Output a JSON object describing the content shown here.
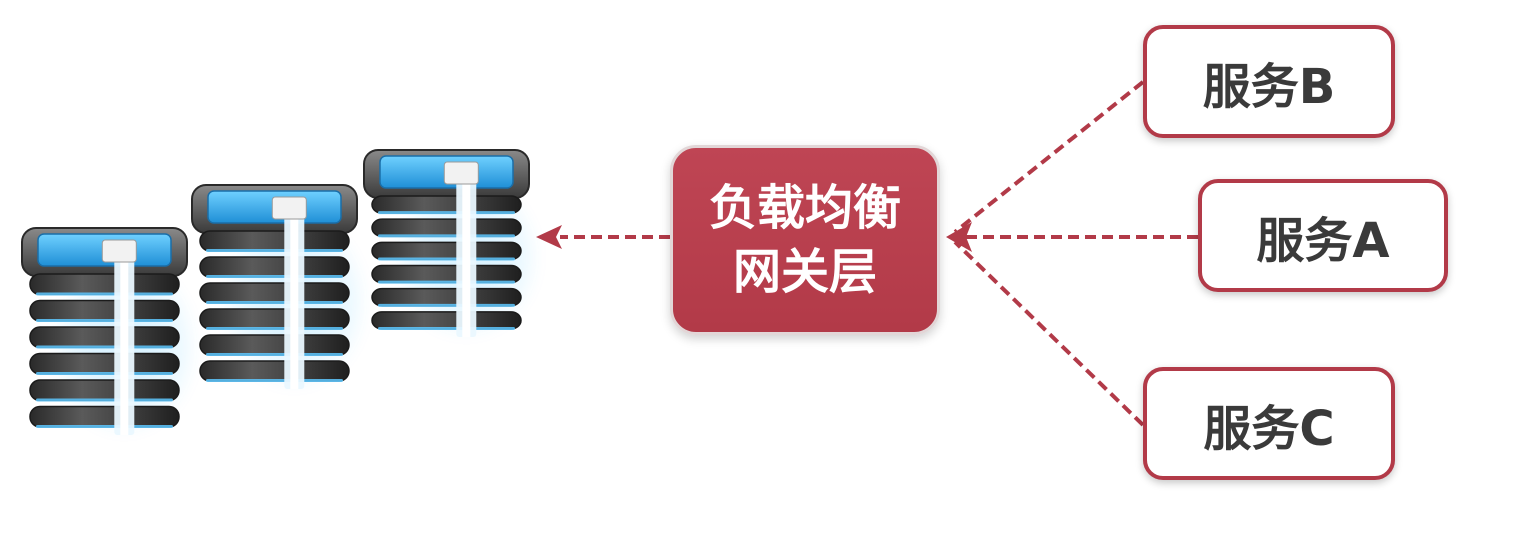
{
  "diagram": {
    "load_balancer": {
      "line1": "负载均衡",
      "line2": "网关层"
    },
    "services": [
      {
        "id": "b",
        "label": "服务B"
      },
      {
        "id": "a",
        "label": "服务A"
      },
      {
        "id": "c",
        "label": "服务C"
      }
    ],
    "server_count": 3
  },
  "colors": {
    "accent": "#b23a48",
    "connector": "#b23a48",
    "box_text": "#3a3a3a",
    "server_screen": "#3aaee8",
    "server_glow": "#5ec8ff",
    "server_body": "#3b3b3b"
  },
  "icons": [
    "server-rack-icon",
    "server-rack-icon",
    "server-rack-icon"
  ]
}
